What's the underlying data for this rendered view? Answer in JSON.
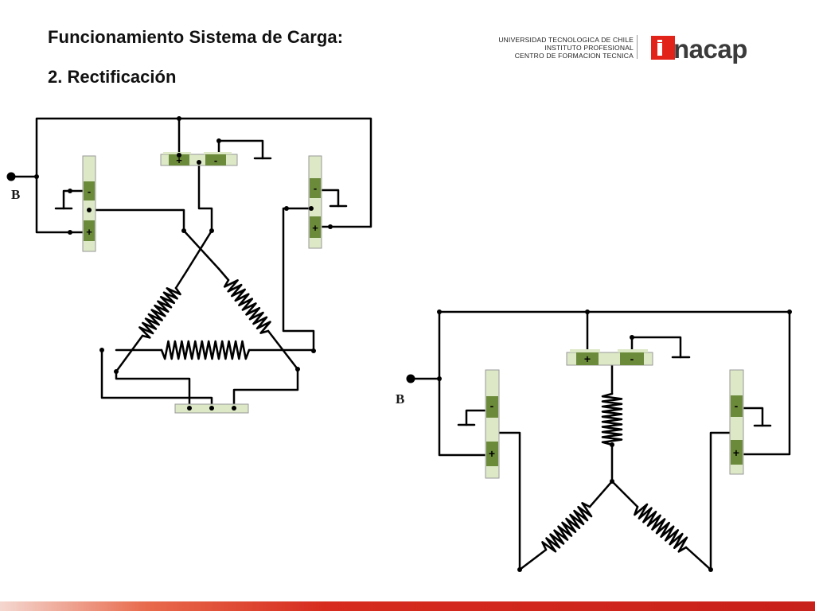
{
  "header": {
    "title": "Funcionamiento Sistema de Carga:",
    "subtitle": "2. Rectificación"
  },
  "institution": {
    "lines": [
      "UNIVERSIDAD TECNOLOGICA DE CHILE",
      "INSTITUTO PROFESIONAL",
      "CENTRO DE FORMACION TECNICA"
    ],
    "logo_word": "nacap",
    "logo_color": "#e2231a"
  },
  "diagrams": {
    "delta": {
      "terminal_label": "B"
    },
    "star": {
      "terminal_label": "B"
    }
  },
  "symbols": {
    "plus": "+",
    "minus": "-"
  },
  "colors": {
    "diode_light": "#dce8c6",
    "diode_dark": "#6b8a3a",
    "wire": "#000000",
    "footer": "#d62b1e"
  }
}
